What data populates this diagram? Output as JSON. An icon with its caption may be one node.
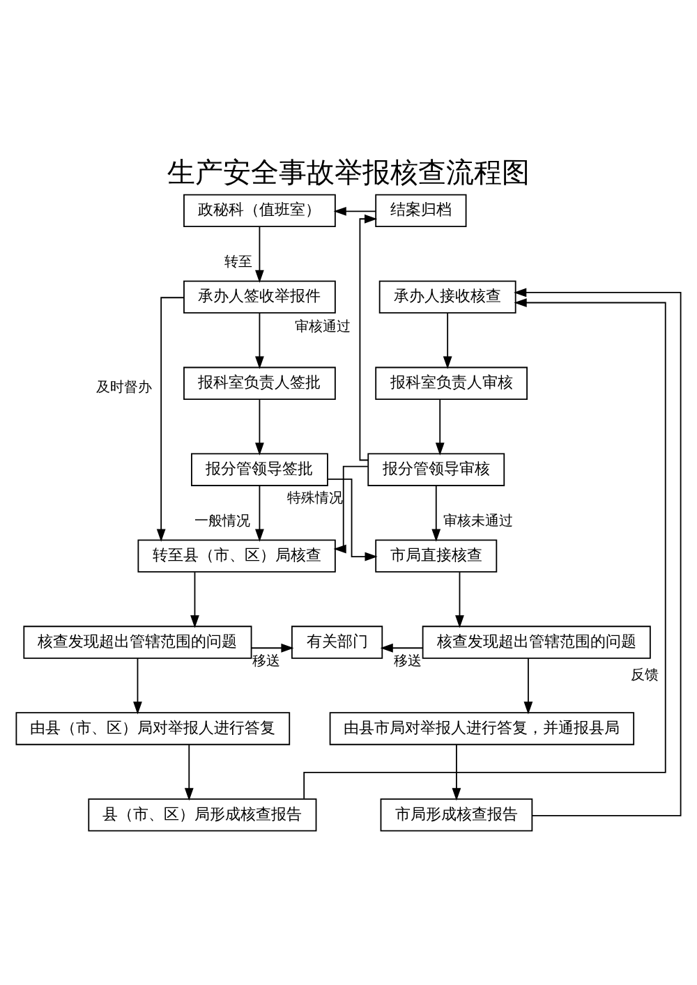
{
  "diagram": {
    "title": "生产安全事故举报核查流程图",
    "nodes": [
      {
        "text": [
          "政秘科（值班室）"
        ]
      },
      {
        "text": [
          "结案归档"
        ]
      },
      {
        "text": [
          "承办人签收举报件"
        ]
      },
      {
        "text": [
          "承办人接收核查"
        ]
      },
      {
        "text": [
          "报科室负责人签批"
        ]
      },
      {
        "text": [
          "报科室负责人审核"
        ]
      },
      {
        "text": [
          "报分管领导签批"
        ]
      },
      {
        "text": [
          "报分管领导审核"
        ]
      },
      {
        "text": [
          "转至县（市、区）局核查"
        ]
      },
      {
        "text": [
          "市局直接核查"
        ]
      },
      {
        "text": [
          "核查发现超出管辖范围的问题"
        ]
      },
      {
        "text": [
          "有关部门"
        ]
      },
      {
        "text": [
          "核查发现超出管辖范围的问题"
        ]
      },
      {
        "text": [
          "由县（市、区）局对举报人进行答复"
        ]
      },
      {
        "text": [
          "由县市局对举报人进行答复，并通报县局"
        ]
      },
      {
        "text": [
          "县（市、区）局形成核查报告"
        ]
      },
      {
        "text": [
          "市局形成核查报告"
        ]
      }
    ],
    "edges": [
      {
        "from": 1,
        "to": 0,
        "arrow": "to"
      },
      {
        "from": 0,
        "to": 2,
        "arrow": "to",
        "label": "转至"
      },
      {
        "from": 2,
        "to": 4,
        "arrow": "to"
      },
      {
        "from": 2,
        "to": 8,
        "arrow": "to",
        "label": "及时督办"
      },
      {
        "from": 4,
        "to": 6,
        "arrow": "to"
      },
      {
        "from": 6,
        "to": 8,
        "arrow": "to",
        "label": "一般情况"
      },
      {
        "from": 6,
        "to": 9,
        "arrow": "to",
        "label": "特殊情况"
      },
      {
        "from": 3,
        "to": 5,
        "arrow": "to"
      },
      {
        "from": 5,
        "to": 7,
        "arrow": "to"
      },
      {
        "from": 7,
        "to": 1,
        "arrow": "to",
        "label": "审核通过"
      },
      {
        "from": 7,
        "to": 8,
        "arrow": "to"
      },
      {
        "from": 7,
        "to": 9,
        "arrow": "to",
        "label": "审核未通过"
      },
      {
        "from": 8,
        "to": 10,
        "arrow": "to"
      },
      {
        "from": 9,
        "to": 12,
        "arrow": "to"
      },
      {
        "from": 10,
        "to": 11,
        "arrow": "to",
        "label": "移送"
      },
      {
        "from": 12,
        "to": 11,
        "arrow": "to",
        "label": "移送"
      },
      {
        "from": 10,
        "to": 13,
        "arrow": "to"
      },
      {
        "from": 12,
        "to": 14,
        "arrow": "to"
      },
      {
        "from": 13,
        "to": 15,
        "arrow": "to"
      },
      {
        "from": 14,
        "to": 16,
        "arrow": "to"
      },
      {
        "from": 15,
        "to": 3,
        "arrow": "to",
        "label": "反馈"
      },
      {
        "from": 16,
        "to": 3,
        "arrow": "to"
      }
    ]
  }
}
